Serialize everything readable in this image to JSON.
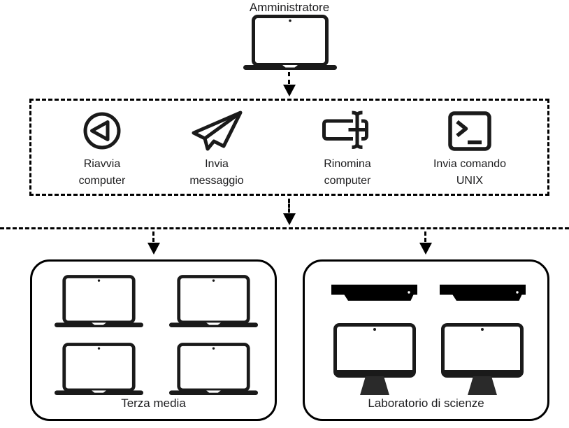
{
  "diagram": {
    "colors": {
      "background": "#ffffff",
      "line": "#000000",
      "icon_stroke": "#1a1a1a",
      "text": "#1d1d1f"
    },
    "admin": {
      "label": "Amministratore",
      "icon": "laptop-icon"
    },
    "commands": {
      "items": [
        {
          "icon": "restart-icon",
          "lines": [
            "Riavvia",
            "computer"
          ]
        },
        {
          "icon": "paper-plane-icon",
          "lines": [
            "Invia",
            "messaggio"
          ]
        },
        {
          "icon": "rename-text-field-icon",
          "lines": [
            "Rinomina",
            "computer"
          ]
        },
        {
          "icon": "terminal-icon",
          "lines": [
            "Invia comando",
            "UNIX"
          ]
        }
      ]
    },
    "groups": [
      {
        "label": "Terza media",
        "device_icons": [
          "laptop-icon",
          "laptop-icon",
          "laptop-icon",
          "laptop-icon"
        ]
      },
      {
        "label": "Laboratorio di scienze",
        "device_icons": [
          "server-icon",
          "server-icon",
          "desktop-icon",
          "desktop-icon"
        ]
      }
    ]
  }
}
